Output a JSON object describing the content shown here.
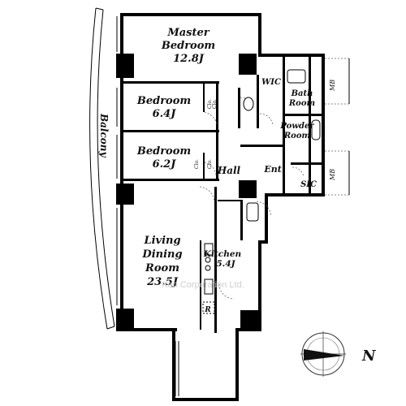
{
  "rooms": {
    "master": {
      "name_line1": "Master",
      "name_line2": "Bedroom",
      "size": "12.8J"
    },
    "bedroom1": {
      "name": "Bedroom",
      "size": "6.4J"
    },
    "bedroom2": {
      "name": "Bedroom",
      "size": "6.2J"
    },
    "living": {
      "name_line1": "Living",
      "name_line2": "Dining",
      "name_line3": "Room",
      "size": "23.5J"
    },
    "kitchen": {
      "name": "Kitchen",
      "size": "5.4J"
    },
    "bath": {
      "name_line1": "Bath",
      "name_line2": "Room"
    },
    "powder": {
      "name_line1": "Powder",
      "name_line2": "Room"
    }
  },
  "labels": {
    "wic": "WIC",
    "hall": "Hall",
    "entrance": "Ent.",
    "sic": "SIC",
    "mb": "MB",
    "closet": "Clo.",
    "balcony": "Balcony",
    "refrigerator": "R",
    "compass_north": "N",
    "watermark": "Ken Corporation Ltd."
  }
}
